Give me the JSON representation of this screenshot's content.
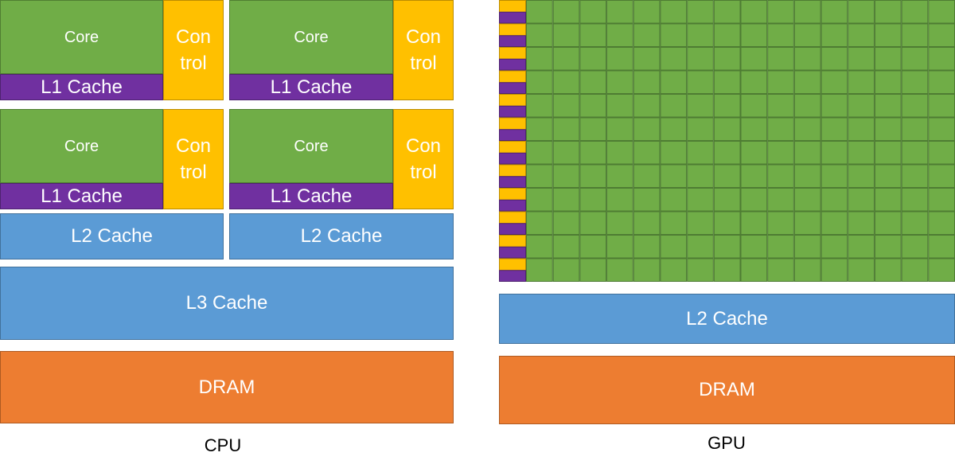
{
  "cpu": {
    "caption": "CPU",
    "core_label": "Core",
    "control_lines": [
      "Con",
      "trol"
    ],
    "l1_label": "L1 Cache",
    "l2_label": "L2 Cache",
    "l3_label": "L3 Cache",
    "dram_label": "DRAM"
  },
  "gpu": {
    "caption": "GPU",
    "l2_label": "L2 Cache",
    "dram_label": "DRAM",
    "core_grid": {
      "rows": 12,
      "columns": 16
    }
  },
  "colors": {
    "core": "#70ad47",
    "control": "#ffc000",
    "l1_cache": "#7030a0",
    "cache": "#5b9bd5",
    "dram": "#ed7d31"
  }
}
